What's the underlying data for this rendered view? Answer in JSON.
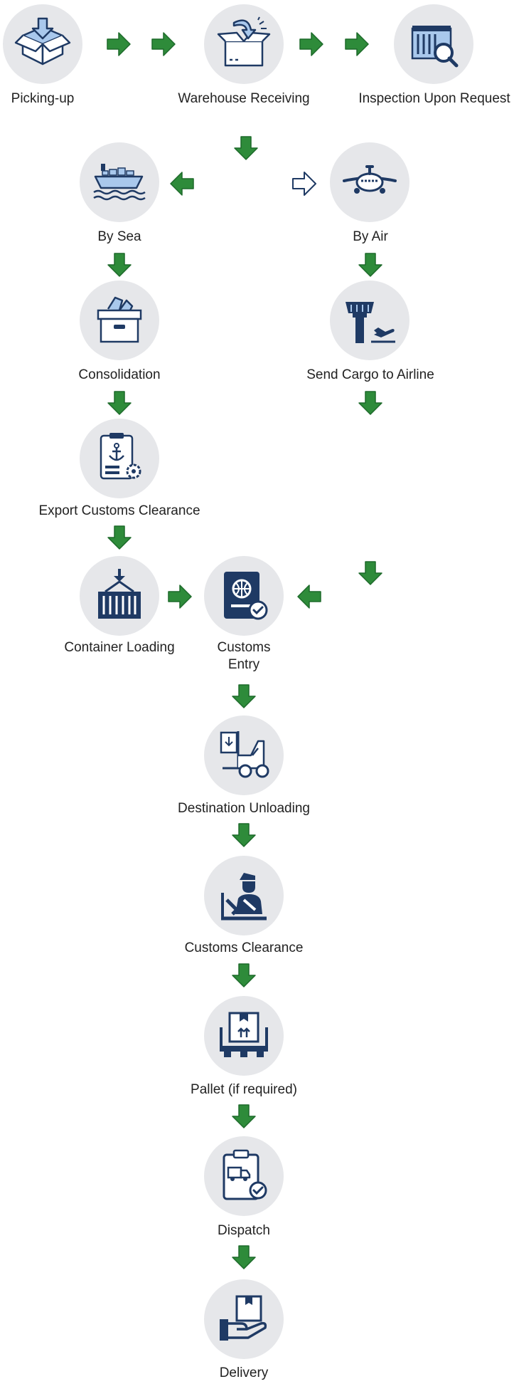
{
  "colors": {
    "node_bg": "#e6e7ea",
    "icon_navy": "#1f3a64",
    "icon_lightblue": "#a9c8ec",
    "arrow_green": "#2e8b3a",
    "arrow_green_outline": "#1d6a2a",
    "arrow_hollow": "#1f3a64"
  },
  "nodes": {
    "picking_up": {
      "label": "Picking-up",
      "icon": "open-box-download-icon"
    },
    "warehouse_receiving": {
      "label": "Warehouse Receiving",
      "icon": "box-receiving-icon"
    },
    "inspection": {
      "label": "Inspection Upon Request",
      "icon": "container-inspection-icon"
    },
    "by_sea": {
      "label": "By Sea",
      "icon": "cargo-ship-icon"
    },
    "by_air": {
      "label": "By Air",
      "icon": "airplane-icon"
    },
    "consolidation": {
      "label": "Consolidation",
      "icon": "storage-box-icon"
    },
    "send_cargo": {
      "label": "Send Cargo to Airline",
      "icon": "control-tower-icon"
    },
    "export_customs": {
      "label": "Export Customs Clearance",
      "icon": "anchor-document-icon"
    },
    "container_loading": {
      "label": "Container Loading",
      "icon": "crane-container-icon"
    },
    "customs_entry": {
      "label_line1": "Customs",
      "label_line2": "Entry",
      "icon": "passport-check-icon"
    },
    "destination_unloading": {
      "label": "Destination Unloading",
      "icon": "forklift-icon"
    },
    "customs_clearance": {
      "label": "Customs Clearance",
      "icon": "customs-officer-icon"
    },
    "pallet": {
      "label": "Pallet (if required)",
      "icon": "pallet-box-icon"
    },
    "dispatch": {
      "label": "Dispatch",
      "icon": "clipboard-truck-icon"
    },
    "delivery": {
      "label": "Delivery",
      "icon": "hand-package-icon"
    }
  }
}
